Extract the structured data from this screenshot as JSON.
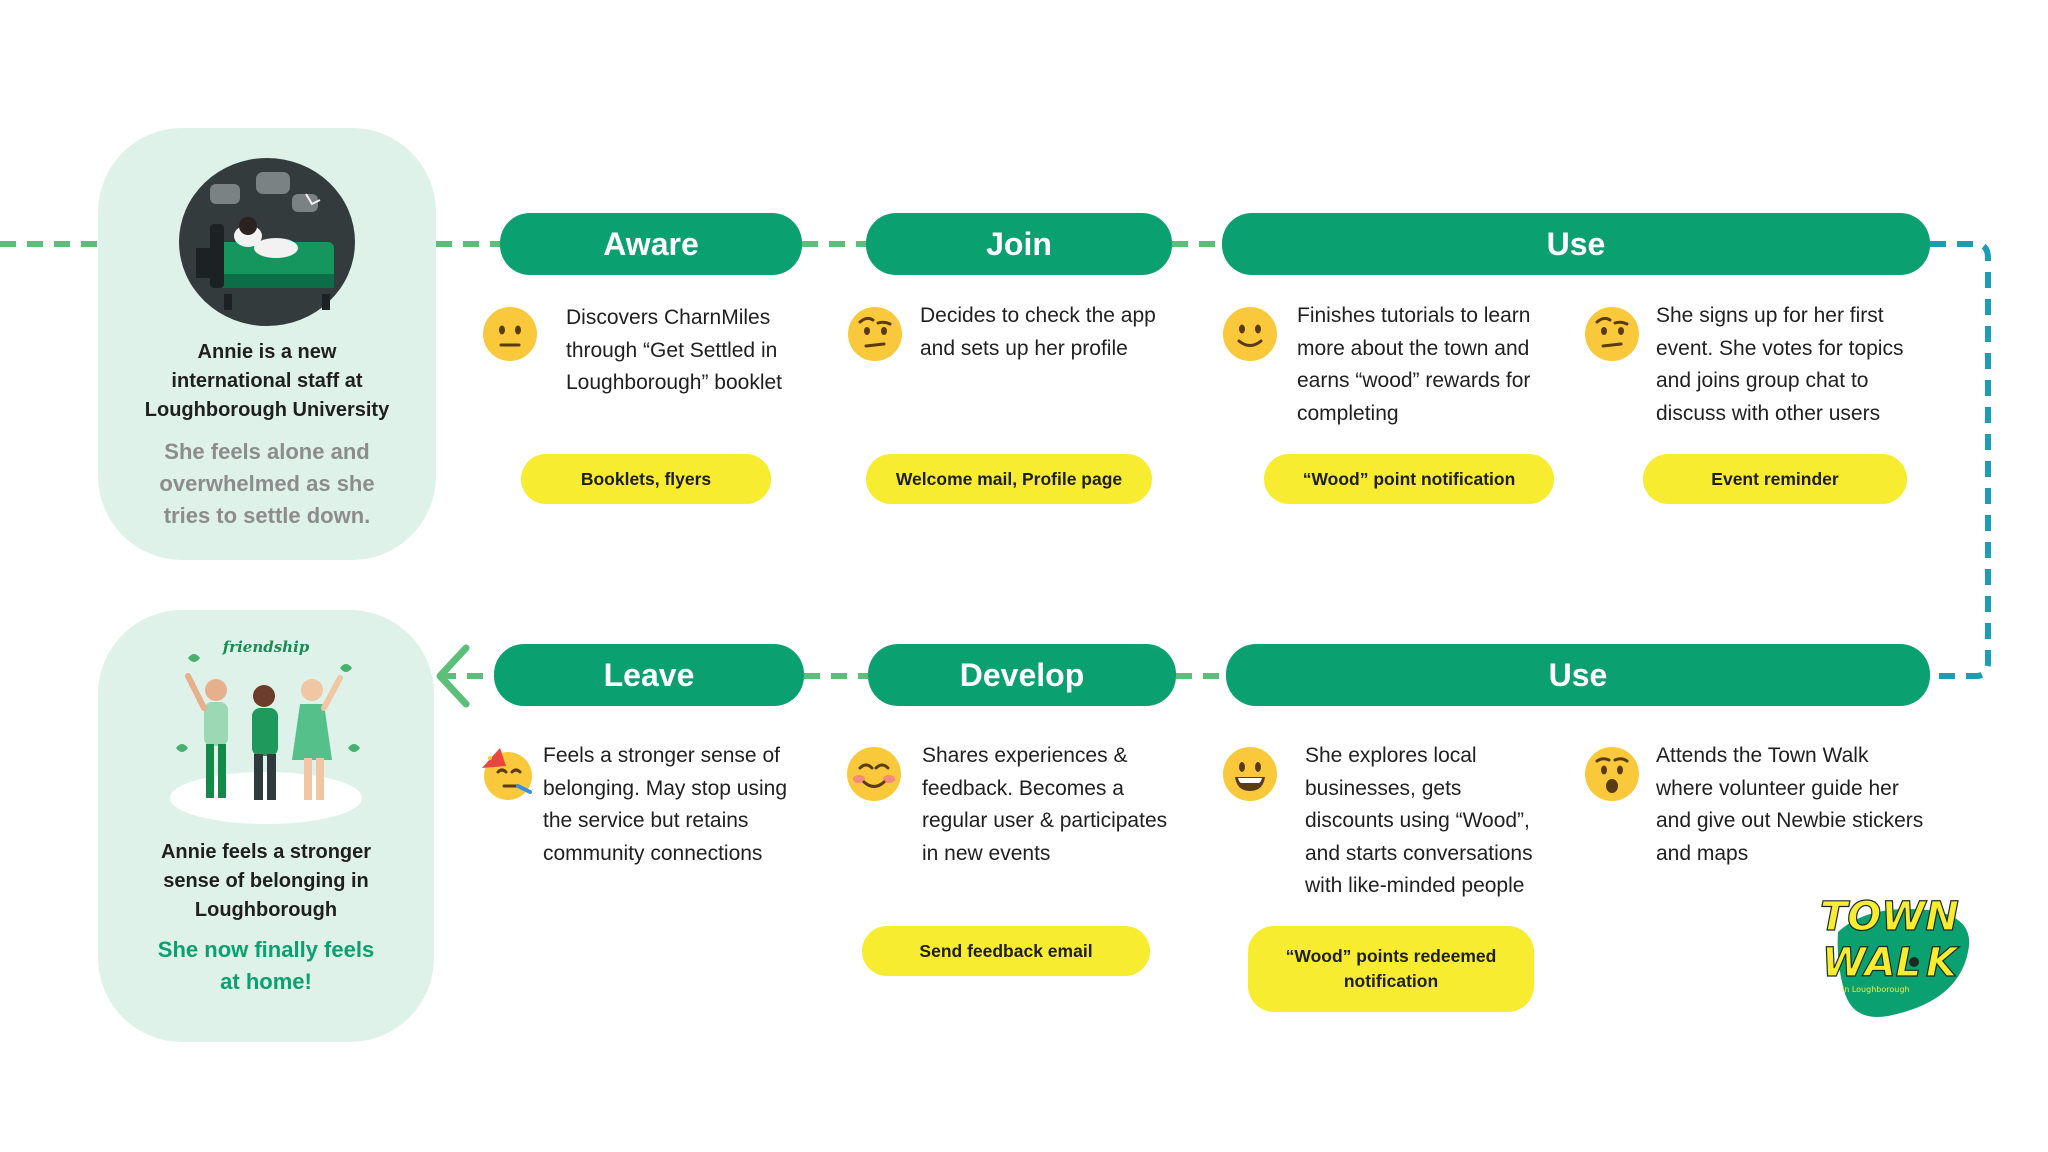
{
  "personas": {
    "start": {
      "title": "Annie is a new\ninternational staff at\nLoughborough University",
      "subtitle": "She feels alone and\noverwhelmed as she\ntries to settle down.",
      "subtitle_color": "#8c8c8c"
    },
    "end": {
      "title": "Annie feels a stronger\nsense of belonging in\nLoughborough",
      "subtitle": "She now finally feels\nat home!",
      "subtitle_color": "#0aa070",
      "illustration_text": "friendship"
    }
  },
  "stages": {
    "aware": "Aware",
    "join": "Join",
    "use_top": "Use",
    "use_bottom": "Use",
    "develop": "Develop",
    "leave": "Leave"
  },
  "steps": {
    "aware": {
      "icon": "neutral-face-icon",
      "text": "Discovers CharnMiles\nthrough “Get Settled in\nLoughborough” booklet",
      "touchpoint": "Booklets, flyers"
    },
    "join": {
      "icon": "raised-eyebrow-face-icon",
      "text": "Decides to check the app\nand sets up her profile",
      "touchpoint": "Welcome mail, Profile page"
    },
    "use1": {
      "icon": "slight-smile-face-icon",
      "text": "Finishes tutorials to learn\nmore about the town and\nearns “wood” rewards for\ncompleting",
      "touchpoint": "“Wood” point notification"
    },
    "use2": {
      "icon": "raised-eyebrow-face-icon",
      "text": "She signs up for her first\nevent. She votes for topics\nand joins group chat to\ndiscuss with other users",
      "touchpoint": "Event reminder"
    },
    "use3": {
      "icon": "surprised-face-icon",
      "text": "Attends the Town Walk\nwhere volunteer guide her\nand give out Newbie stickers\nand maps"
    },
    "use4": {
      "icon": "grinning-face-icon",
      "text": "She explores local\nbusinesses, gets\ndiscounts using “Wood”,\nand starts conversations\nwith like-minded people",
      "touchpoint": "“Wood” points redeemed\nnotification"
    },
    "develop": {
      "icon": "blushing-smile-face-icon",
      "text": "Shares experiences &\nfeedback. Becomes a\nregular user & participates\nin new events",
      "touchpoint": "Send feedback email"
    },
    "leave": {
      "icon": "party-face-icon",
      "text": "Feels a stronger sense of\nbelonging. May stop using\nthe service but retains\ncommunity connections"
    }
  },
  "logo": {
    "line1": "TOWN",
    "line2": "WAL",
    "line2_end": "K",
    "small": "in Loughborough"
  },
  "colors": {
    "stage_green": "#0aa070",
    "persona_bg": "#dff2ea",
    "touchpoint_yellow": "#f7ec2f",
    "connector_green": "#5bbf7a",
    "connector_teal": "#1d9db1",
    "emoji_yellow": "#f9c93b"
  }
}
